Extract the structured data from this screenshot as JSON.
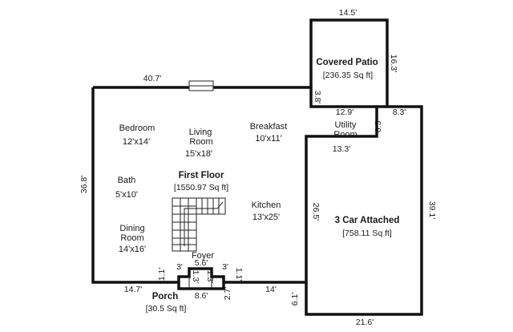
{
  "first_floor": {
    "title": "First Floor",
    "area": "[1550.97 Sq ft]"
  },
  "garage": {
    "title": "3 Car Attached",
    "area": "[758.11 Sq ft]"
  },
  "patio": {
    "title": "Covered Patio",
    "area": "[236.35 Sq ft]"
  },
  "porch": {
    "title": "Porch",
    "area": "[30.5 Sq ft]"
  },
  "rooms": {
    "bedroom": {
      "name": "Bedroom",
      "size": "12'x14'"
    },
    "living": {
      "name1": "Living",
      "name2": "Room",
      "size": "15'x18'"
    },
    "breakfast": {
      "name": "Breakfast",
      "size": "10'x11'"
    },
    "utility": {
      "name1": "Utility",
      "name2": "Room"
    },
    "bath": {
      "name": "Bath",
      "size": "5'x10'"
    },
    "kitchen": {
      "name": "Kitchen",
      "size": "13'x25'"
    },
    "dining": {
      "name1": "Dining",
      "name2": "Room",
      "size": "14'x16'"
    },
    "foyer": {
      "name": "Foyer"
    }
  },
  "dimensions": {
    "top_main": "40.7'",
    "left_main": "36.8'",
    "patio_top": "14.5'",
    "patio_right": "16.3'",
    "patio_gap": "3.8'",
    "utility_top": "12.9'",
    "utility_right_top": "8.3'",
    "utility_side": "6.5'",
    "utility_bottom": "13.3'",
    "garage_left": "26.5'",
    "garage_right": "39.1'",
    "garage_bottom": "21.6'",
    "garage_jog": "6.1'",
    "bottom_left": "14.7'",
    "bottom_right": "14'",
    "porch_left_jog": "1.1'",
    "porch_right_jog": "1.1'",
    "porch_left_step": "3'",
    "porch_right_step": "3'",
    "porch_top": "5.6'",
    "porch_inner_left": "1.3'",
    "porch_inner_right": "1.3'",
    "porch_bottom": "8.6'",
    "porch_side": "2.7'"
  }
}
